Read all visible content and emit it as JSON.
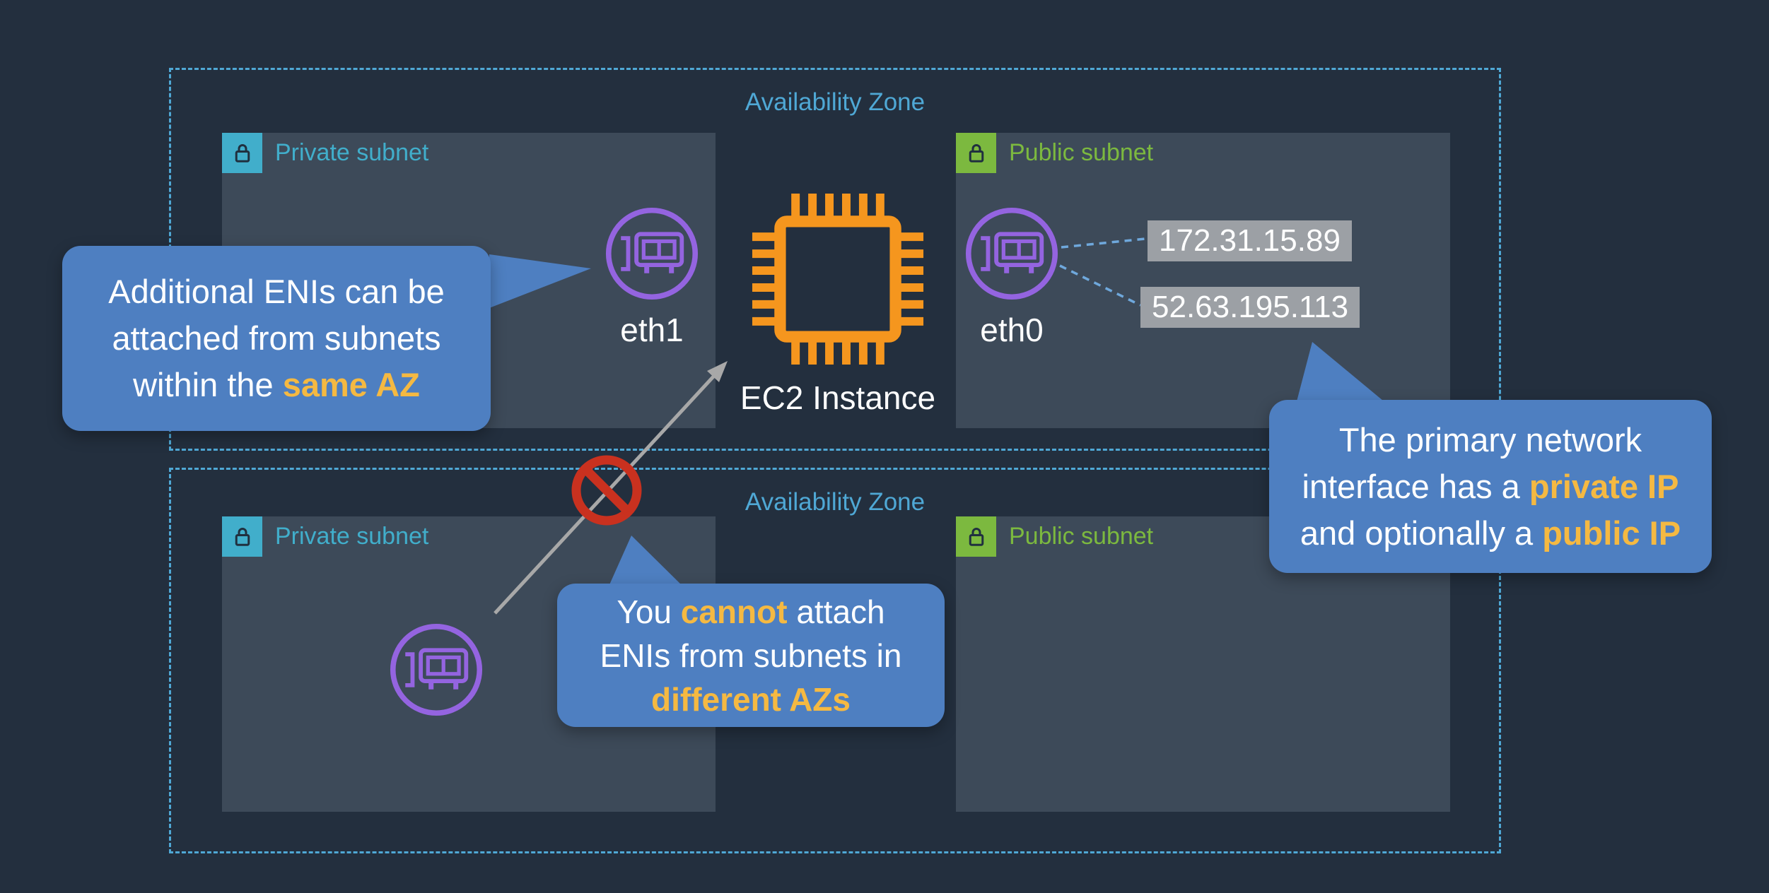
{
  "colors": {
    "background": "#232F3E",
    "subnet_fill": "#3D4A59",
    "az_border": "#4FA8D5",
    "private_subnet": "#41AECB",
    "public_subnet": "#7CB93F",
    "eni_purple": "#9464E0",
    "ec2_orange": "#F5961E",
    "callout_blue": "#4E7FC1",
    "highlight_orange": "#F5B942",
    "prohibited_red": "#C9311F",
    "ip_chip_bg": "#ADAFB3",
    "arrow_gray": "#A8A8A8",
    "connector_blue": "#6FA8DC"
  },
  "zones": {
    "top": {
      "label": "Availability Zone"
    },
    "bottom": {
      "label": "Availability Zone"
    }
  },
  "subnets": {
    "top_private": {
      "label": "Private subnet"
    },
    "top_public": {
      "label": "Public subnet"
    },
    "bottom_private": {
      "label": "Private subnet"
    },
    "bottom_public": {
      "label": "Public subnet"
    }
  },
  "ec2": {
    "label": "EC2 Instance"
  },
  "enis": {
    "eth1": {
      "label": "eth1"
    },
    "eth0": {
      "label": "eth0"
    }
  },
  "ips": {
    "private_ip": "172.31.15.89",
    "public_ip": "52.63.195.113"
  },
  "callouts": {
    "same_az": {
      "line1": "Additional ENIs can be",
      "line2": "attached from subnets",
      "line3_pre": "within the ",
      "line3_hl": "same AZ"
    },
    "primary_interface": {
      "line1": "The primary network",
      "line2_pre": "interface has a ",
      "line2_hl": "private IP",
      "line3_pre": "and optionally a ",
      "line3_hl": "public IP"
    },
    "cannot_attach": {
      "line1_pre": "You ",
      "line1_hl": "cannot",
      "line1_post": " attach",
      "line2": "ENIs from subnets in",
      "line3_hl": "different AZs"
    }
  }
}
